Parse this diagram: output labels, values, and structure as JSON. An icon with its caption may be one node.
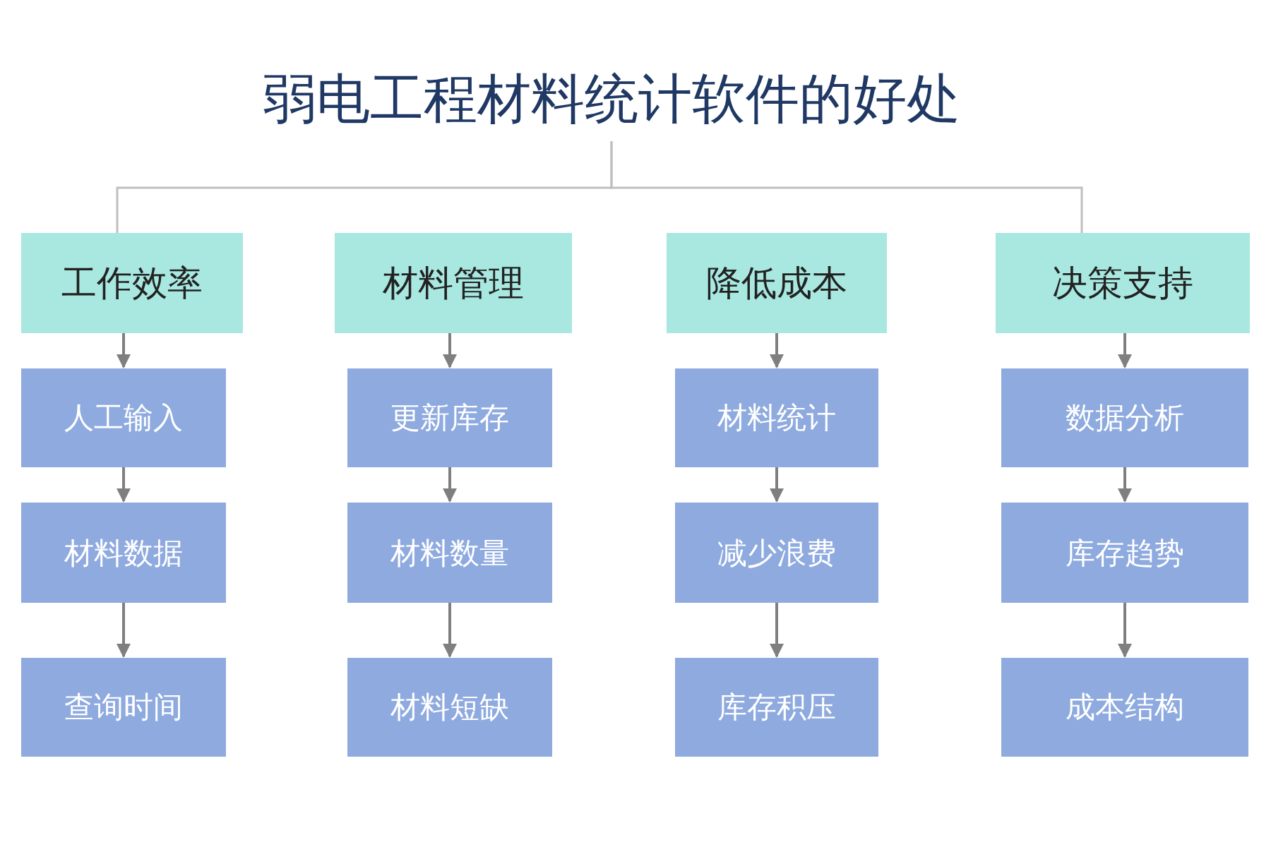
{
  "diagram": {
    "nodes": [
      {
        "text": [
          "弱电工程材料统计软件的好处"
        ]
      },
      {
        "text": [
          "工作效率"
        ]
      },
      {
        "text": [
          "人工输入"
        ]
      },
      {
        "text": [
          "材料数据"
        ]
      },
      {
        "text": [
          "查询时间"
        ]
      },
      {
        "text": [
          "材料管理"
        ]
      },
      {
        "text": [
          "更新库存"
        ]
      },
      {
        "text": [
          "材料数量"
        ]
      },
      {
        "text": [
          "材料短缺"
        ]
      },
      {
        "text": [
          "降低成本"
        ]
      },
      {
        "text": [
          "材料统计"
        ]
      },
      {
        "text": [
          "减少浪费"
        ]
      },
      {
        "text": [
          "库存积压"
        ]
      },
      {
        "text": [
          "决策支持"
        ]
      },
      {
        "text": [
          "数据分析"
        ]
      },
      {
        "text": [
          "库存趋势"
        ]
      },
      {
        "text": [
          "成本结构"
        ]
      }
    ],
    "edges": [
      {
        "from": 0,
        "to": 1,
        "arrow": "none"
      },
      {
        "from": 0,
        "to": 13,
        "arrow": "none"
      },
      {
        "from": 1,
        "to": 2,
        "arrow": "to"
      },
      {
        "from": 2,
        "to": 3,
        "arrow": "to"
      },
      {
        "from": 3,
        "to": 4,
        "arrow": "to"
      },
      {
        "from": 5,
        "to": 6,
        "arrow": "to"
      },
      {
        "from": 6,
        "to": 7,
        "arrow": "to"
      },
      {
        "from": 7,
        "to": 8,
        "arrow": "to"
      },
      {
        "from": 9,
        "to": 10,
        "arrow": "to"
      },
      {
        "from": 10,
        "to": 11,
        "arrow": "to"
      },
      {
        "from": 11,
        "to": 12,
        "arrow": "to"
      },
      {
        "from": 13,
        "to": 14,
        "arrow": "to"
      },
      {
        "from": 14,
        "to": 15,
        "arrow": "to"
      },
      {
        "from": 15,
        "to": 16,
        "arrow": "to"
      }
    ]
  }
}
